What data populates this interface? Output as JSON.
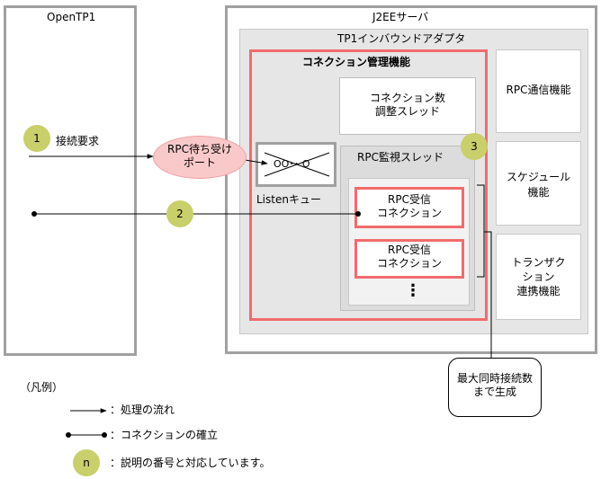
{
  "opentp1": {
    "title": "OpenTP1"
  },
  "j2ee": {
    "title": "J2EEサーバ"
  },
  "adapter": {
    "title": "TP1インバウンドアダプタ"
  },
  "conn_mgmt": {
    "title": "コネクション管理機能"
  },
  "conn_adjust": {
    "label": "コネクション数\n調整スレッド"
  },
  "rpc_monitor": {
    "title": "RPC監視スレッド"
  },
  "rpc_conns": [
    {
      "label": "RPC受信\nコネクション"
    },
    {
      "label": "RPC受信\nコネクション"
    }
  ],
  "dots": "⋮",
  "right_functions": [
    {
      "label": "RPC通信機能"
    },
    {
      "label": "スケジュール\n機能"
    },
    {
      "label": "トランザク\nション\n連携機能"
    }
  ],
  "listen_queue": {
    "label": "Listenキュー",
    "contents": "OO･･ O"
  },
  "rpc_port": {
    "label": "RPC待ち受け\nポート"
  },
  "connect_request": {
    "label": "接続要求"
  },
  "steps": [
    "1",
    "2",
    "3"
  ],
  "max_callout": {
    "label": "最大同時接続数\nまで生成"
  },
  "legend": {
    "title": "（凡例）",
    "items": [
      {
        "text": "：処理の流れ"
      },
      {
        "text": "：コネクションの確立"
      },
      {
        "symbol": "n",
        "text": "：説明の番号と対応しています。"
      }
    ]
  }
}
